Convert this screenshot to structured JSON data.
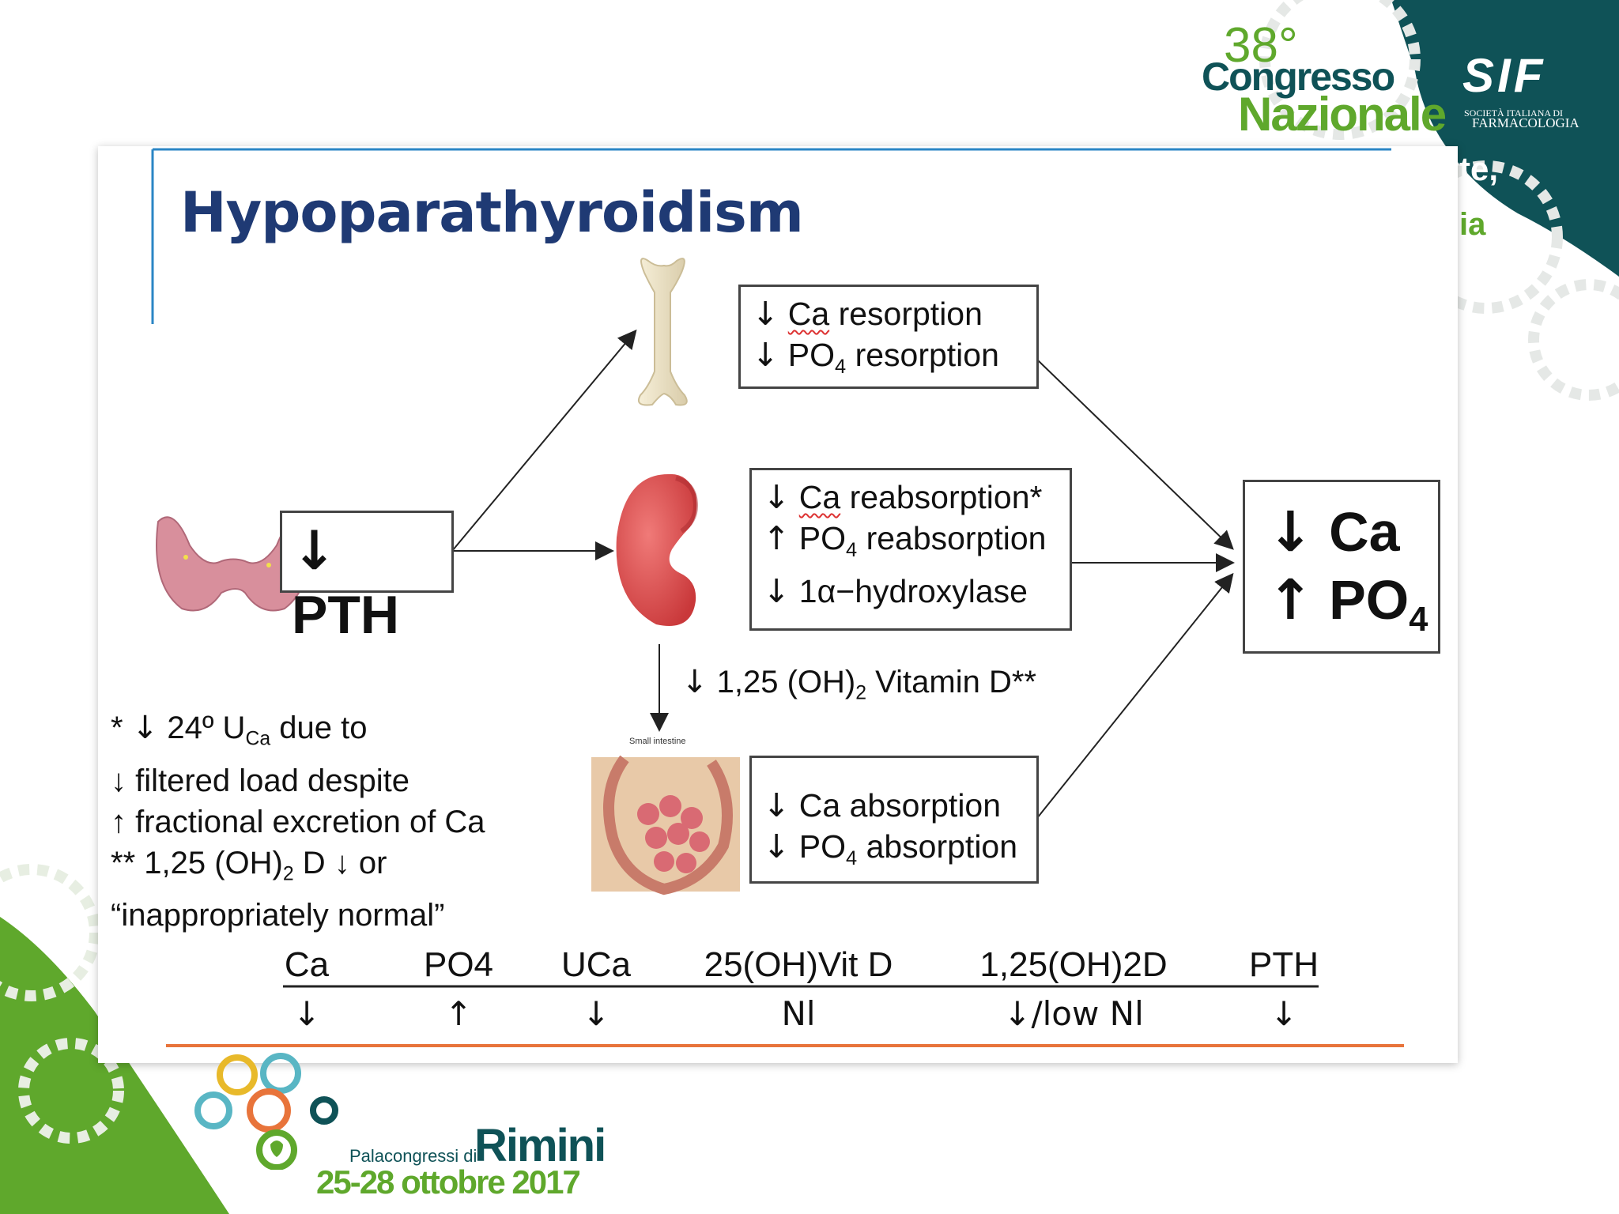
{
  "slide": {
    "title": "Hypoparathyroidism"
  },
  "flow": {
    "pth": {
      "arrow": "↓",
      "label": "PTH"
    },
    "bone_box": {
      "line1": {
        "arrow": "↓",
        "ca": "Ca",
        "rest": "resorption"
      },
      "line2": {
        "arrow": "↓",
        "po": "PO",
        "sub": "4",
        "rest": "resorption"
      }
    },
    "kidney_box": {
      "line1": {
        "arrow": "↓",
        "ca": "Ca",
        "rest": "reabsorption*"
      },
      "line2": {
        "arrow": "↑",
        "po": "PO",
        "sub": "4",
        "rest": "reabsorption"
      },
      "line3": {
        "arrow": "↓",
        "text": "1α−hydroxylase"
      }
    },
    "gut_box": {
      "line1": {
        "arrow": "↓",
        "text": "Ca absorption"
      },
      "line2": {
        "arrow": "↓",
        "po": "PO",
        "sub": "4",
        "rest": "absorption"
      }
    },
    "vitd": {
      "arrow": "↓",
      "pre": "1,25 (OH)",
      "sub": "2",
      "post": "Vitamin D**"
    },
    "result": {
      "line1": {
        "arrow": "↓",
        "text": "Ca"
      },
      "line2": {
        "arrow": "↑",
        "po": "PO",
        "sub": "4"
      }
    },
    "intestine_caption": "Small intestine"
  },
  "notes": {
    "l1_star": "*",
    "l1_arrow": "↓",
    "l1_pre": "24º U",
    "l1_sub": "Ca",
    "l1_post": "due to",
    "l2": "↓ filtered load despite",
    "l3": "↑ fractional excretion of Ca",
    "l4_pre": "** 1,25 (OH)",
    "l4_sub": "2",
    "l4_post": "D ↓ or",
    "l5": "“inappropriately normal”"
  },
  "lab_table": {
    "headers": [
      "Ca",
      "PO4",
      "UCa",
      "25(OH)Vit D",
      "1,25(OH)2D",
      "PTH"
    ],
    "values": [
      "↓",
      "↑",
      "↓",
      "Nl",
      "↓/low Nl",
      "↓"
    ]
  },
  "conference": {
    "edition": "38°",
    "line1": "Congresso",
    "line2": "Nazionale",
    "society_abbr": "SIF",
    "society_name_1": "SOCIETÀ ITALIANA DI",
    "society_name_2": "FARMACOLOGIA",
    "cut_text_1": "te,",
    "cut_text_2": "ia",
    "venue_pre": "Palacongressi di",
    "venue_city": "Rimini",
    "dates": "25-28 ottobre 2017"
  },
  "colors": {
    "title": "#1f3a74",
    "teal": "#0f5257",
    "green": "#5fa82c",
    "orange_rule": "#e8743b",
    "slide_rule": "#2b86c5"
  }
}
